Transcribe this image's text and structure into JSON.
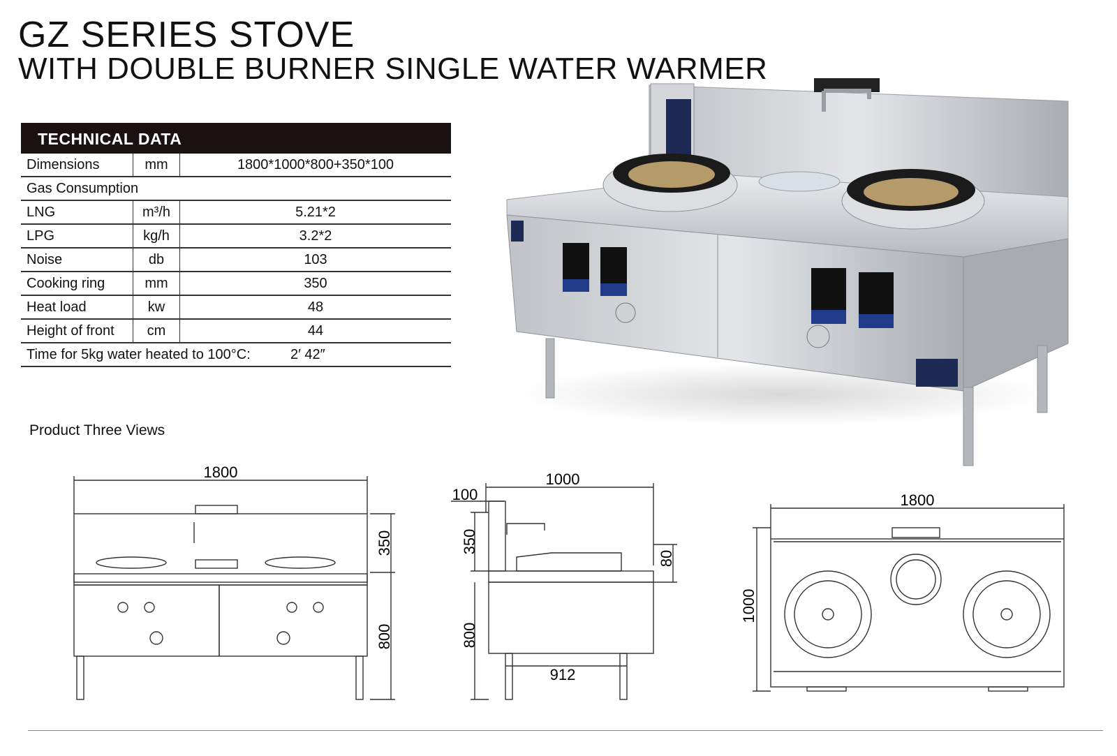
{
  "header": {
    "title_line1": "GZ SERIES STOVE",
    "title_line2": "WITH DOUBLE BURNER SINGLE WATER WARMER"
  },
  "technical_data": {
    "heading": "TECHNICAL DATA",
    "rows": [
      {
        "label": "Dimensions",
        "unit": "mm",
        "value": "1800*1000*800+350*100"
      },
      {
        "label": "Gas Consumption",
        "unit": "",
        "value": ""
      },
      {
        "label": "LNG",
        "unit": "m³/h",
        "value": "5.21*2"
      },
      {
        "label": "LPG",
        "unit": "kg/h",
        "value": "3.2*2"
      },
      {
        "label": "Noise",
        "unit": "db",
        "value": "103"
      },
      {
        "label": "Cooking ring",
        "unit": "mm",
        "value": "350"
      },
      {
        "label": "Heat load",
        "unit": "kw",
        "value": "48"
      },
      {
        "label": "Height of front",
        "unit": "cm",
        "value": "44"
      }
    ],
    "time_row": {
      "label": "Time for 5kg water heated to 100°C:",
      "value": "2′  42″"
    }
  },
  "views": {
    "label": "Product Three Views",
    "front": {
      "width": "1800",
      "splash_height": "350",
      "body_height": "800"
    },
    "side": {
      "depth": "1000",
      "top_offset": "100",
      "splash_height": "350",
      "body_height": "800",
      "rim": "80",
      "leg_span": "912"
    },
    "top": {
      "width": "1800",
      "depth": "1000"
    }
  },
  "colors": {
    "heading_bg": "#1a1212",
    "steel": "#c9cbce",
    "panel_blue": "#1f3b8a"
  }
}
